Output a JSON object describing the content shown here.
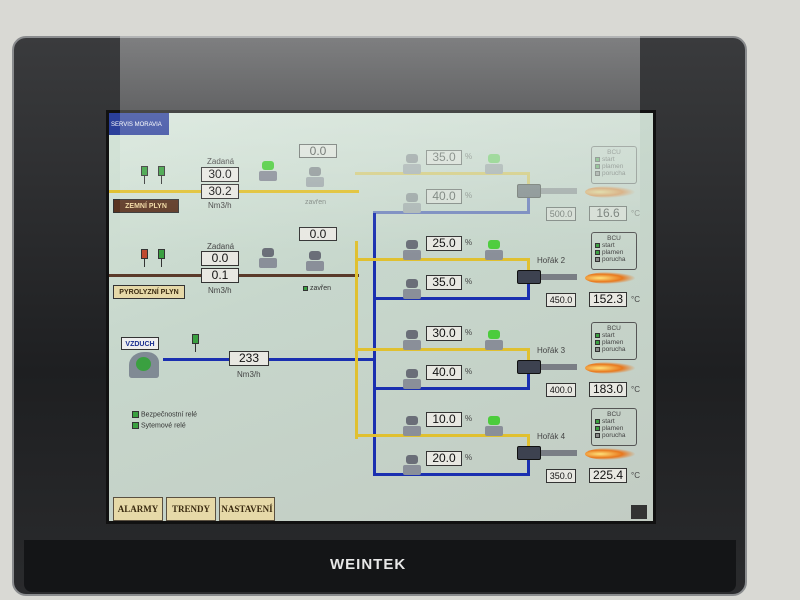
{
  "brand": "WEINTEK",
  "header_logo": "SERVIS MORAVIA",
  "colors": {
    "gas_line": "#e0c030",
    "pyrolysis_line": "#5a3a2a",
    "air_line": "#1a2fb0",
    "indicator_on": "#3aa040",
    "indicator_alarm": "#c04a30"
  },
  "natural_gas": {
    "button": "ZEMNÍ PLYN",
    "setpoint_label": "Zadaná",
    "setpoint": "30.0",
    "actual": "30.2",
    "unit": "Nm3/h",
    "valve_value": "0.0",
    "valve_state": "zavřen"
  },
  "pyrolysis_gas": {
    "button": "PYROLYZNÍ PLYN",
    "setpoint_label": "Zadaná",
    "setpoint": "0.0",
    "actual": "0.1",
    "unit": "Nm3/h",
    "valve_value": "0.0",
    "valve_state": "zavřen"
  },
  "air": {
    "label": "VZDUCH",
    "flow": "233",
    "unit": "Nm3/h"
  },
  "relays": [
    {
      "label": "Bezpečnostní relé"
    },
    {
      "label": "Sytemové relé"
    }
  ],
  "burners": [
    {
      "name": "",
      "gas_pct": "35.0",
      "air_pct": "40.0",
      "setpoint": "500.0",
      "temp": "16.6",
      "pct_unit": "%",
      "temp_unit": "°C",
      "bcu": {
        "title": "BCU",
        "start": "start",
        "flame": "plamen",
        "fault": "porucha"
      }
    },
    {
      "name": "Hořák 2",
      "gas_pct": "25.0",
      "air_pct": "35.0",
      "setpoint": "450.0",
      "temp": "152.3",
      "pct_unit": "%",
      "temp_unit": "°C",
      "bcu": {
        "title": "BCU",
        "start": "start",
        "flame": "plamen",
        "fault": "porucha"
      }
    },
    {
      "name": "Hořák 3",
      "gas_pct": "30.0",
      "air_pct": "40.0",
      "setpoint": "400.0",
      "temp": "183.0",
      "pct_unit": "%",
      "temp_unit": "°C",
      "bcu": {
        "title": "BCU",
        "start": "start",
        "flame": "plamen",
        "fault": "porucha"
      }
    },
    {
      "name": "Hořák 4",
      "gas_pct": "10.0",
      "air_pct": "20.0",
      "setpoint": "350.0",
      "temp": "225.4",
      "pct_unit": "%",
      "temp_unit": "°C",
      "bcu": {
        "title": "BCU",
        "start": "start",
        "flame": "plamen",
        "fault": "porucha"
      }
    }
  ],
  "nav": {
    "alarms": "ALARMY",
    "trends": "TRENDY",
    "settings": "NASTAVENÍ"
  }
}
